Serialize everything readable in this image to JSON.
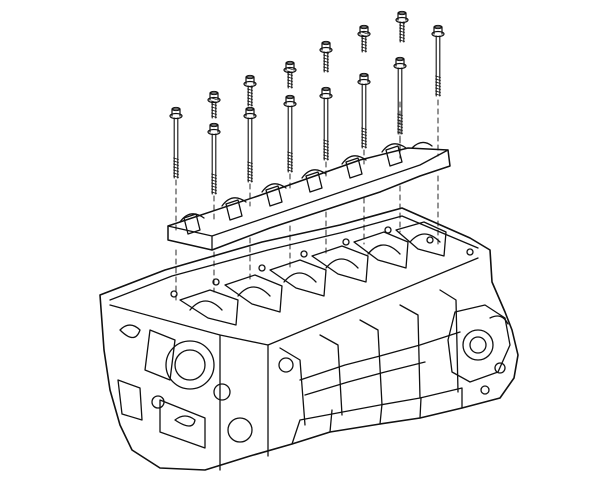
{
  "figure": {
    "subject": "engine-block-with-main-bearing-bolts-exploded-view",
    "line_color": "#111111",
    "background": "#ffffff",
    "bolt_count": 14,
    "bearing_cap_rows": 2
  }
}
